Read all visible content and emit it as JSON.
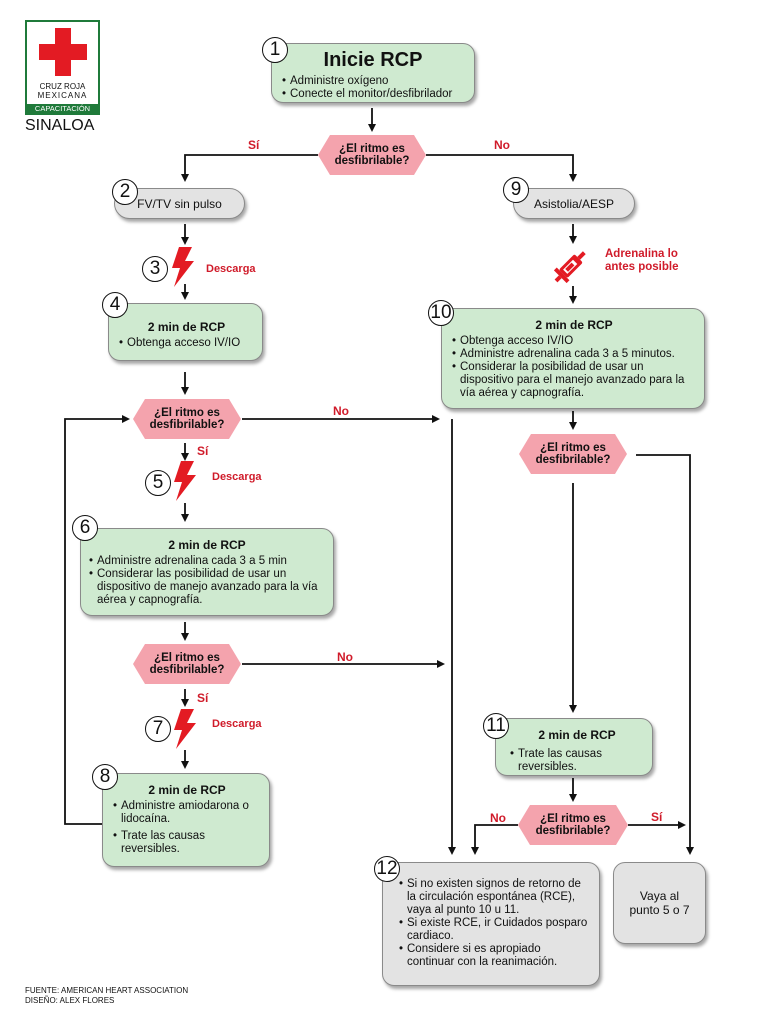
{
  "logo": {
    "line1": "CRUZ ROJA",
    "line2": "MEXICANA",
    "band": "CAPACITACIÓN",
    "region": "SINALOA"
  },
  "steps": {
    "s1": {
      "num": "1",
      "title": "Inicie RCP",
      "items": [
        "Administre  oxígeno",
        "Conecte el monitor/desfibrilador"
      ]
    },
    "s2": {
      "num": "2",
      "label": "FV/TV sin pulso"
    },
    "s3": {
      "num": "3",
      "label": "Descarga"
    },
    "s4": {
      "num": "4",
      "title": "2 min de RCP",
      "items": [
        "Obtenga acceso IV/IO"
      ]
    },
    "s5": {
      "num": "5",
      "label": "Descarga"
    },
    "s6": {
      "num": "6",
      "title": "2 min de RCP",
      "items": [
        "Administre adrenalina cada 3 a 5 min",
        "Considerar las posibilidad de usar un dispositivo de manejo avanzado para la vía aérea y capnografía."
      ]
    },
    "s7": {
      "num": "7",
      "label": "Descarga"
    },
    "s8": {
      "num": "8",
      "title": "2 min de RCP",
      "items": [
        "Administre amiodarona o lidocaína.",
        "Trate las causas reversibles."
      ]
    },
    "s9": {
      "num": "9",
      "label": "Asistolia/AESP"
    },
    "s9b": {
      "label": "Adrenalina lo antes posible"
    },
    "s10": {
      "num": "10",
      "title": "2 min de RCP",
      "items": [
        "Obtenga acceso IV/IO",
        "Administre adrenalina cada 3 a 5 minutos.",
        "Considerar la posibilidad de usar un dispositivo para el manejo avanzado para la vía aérea y capnografía."
      ]
    },
    "s11": {
      "num": "11",
      "title": "2 min de RCP",
      "items": [
        "Trate las causas reversibles."
      ]
    },
    "s12": {
      "num": "12",
      "items": [
        "Si no existen signos de retorno de la circulación espontánea (RCE), vaya al punto 10 u 11.",
        "Si existe RCE, ir Cuidados posparo cardiaco.",
        "Considere si es apropiado continuar con la reanimación."
      ]
    },
    "goto": {
      "label": "Vaya al punto 5 o 7"
    }
  },
  "decision": {
    "text": "¿El ritmo es desfibrilable?",
    "yes": "Sí",
    "no": "No"
  },
  "footer": {
    "source": "FUENTE: AMERICAN HEART ASSOCIATION",
    "design": "DISEÑO: ALEX FLORES"
  },
  "colors": {
    "green": "#cfead0",
    "gray": "#e3e3e3",
    "diamond": "#f4a3ad",
    "red": "#d01b2a",
    "logo_green": "#1f7a3a"
  },
  "icons": {
    "shock": "lightning-bolt-icon",
    "drug": "syringe-icon"
  }
}
